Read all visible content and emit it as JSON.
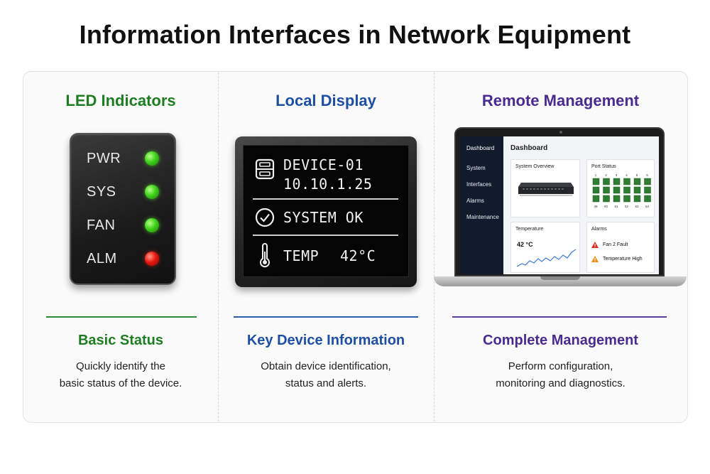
{
  "title": "Information Interfaces in Network Equipment",
  "columns": [
    {
      "title": "LED Indicators",
      "color": "#1e7d22",
      "subtitle": "Basic Status",
      "description": [
        "Quickly identify the",
        "basic status of the device."
      ],
      "leds": [
        {
          "label": "PWR",
          "state": "green"
        },
        {
          "label": "SYS",
          "state": "green"
        },
        {
          "label": "FAN",
          "state": "green"
        },
        {
          "label": "ALM",
          "state": "red"
        }
      ]
    },
    {
      "title": "Local Display",
      "color": "#1f4fa3",
      "subtitle": "Key Device Information",
      "description": [
        "Obtain device identification,",
        "status and alerts."
      ],
      "lcd": {
        "device_name": "DEVICE-01",
        "ip": "10.10.1.25",
        "status": "SYSTEM OK",
        "temp_label": "TEMP",
        "temp_value": "42°C"
      }
    },
    {
      "title": "Remote Management",
      "color": "#4b2a8f",
      "subtitle": "Complete Management",
      "description": [
        "Perform configuration,",
        "monitoring and diagnostics."
      ],
      "dashboard": {
        "sidebar": [
          "Dashboard",
          "System",
          "Interfaces",
          "Alarms",
          "Maintenance"
        ],
        "heading": "Dashboard",
        "system_overview": "System Overview",
        "port_status": "Port Status",
        "ports_top": [
          "1",
          "2",
          "3",
          "4",
          "5",
          "6"
        ],
        "ports_bottom": [
          "49",
          "50",
          "51",
          "52",
          "53",
          "54"
        ],
        "temperature": "Temperature",
        "temp_value": "42 °C",
        "alarms": "Alarms",
        "alarm_items": [
          {
            "text": "Fan 2 Fault",
            "severity": "critical",
            "color": "#d62b1f"
          },
          {
            "text": "Temperature High",
            "severity": "warning",
            "color": "#f08a12"
          }
        ]
      }
    }
  ]
}
